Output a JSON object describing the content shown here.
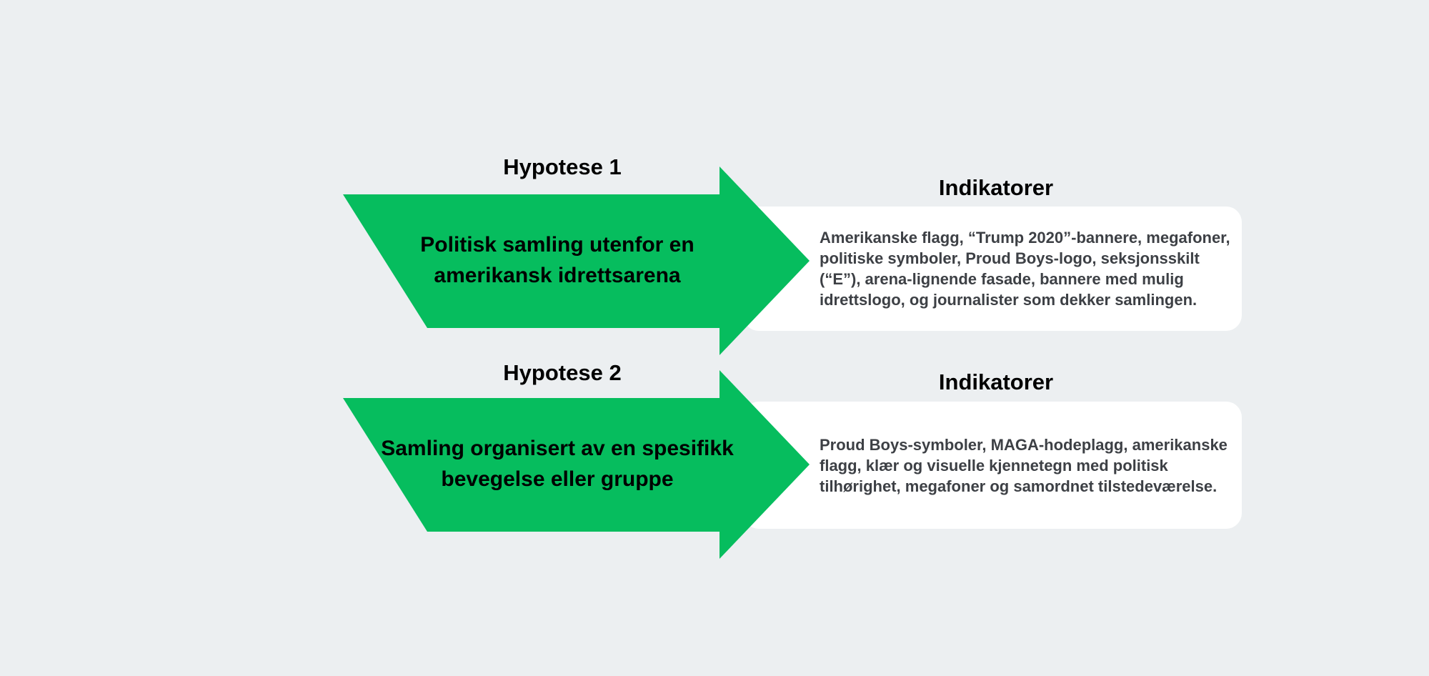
{
  "colors": {
    "page_bg": "#eceff1",
    "arrow_green": "#06bd5e",
    "card_bg": "#ffffff",
    "title_color": "#000000",
    "indicator_text_color": "#3d4045"
  },
  "diagram": {
    "sections": [
      {
        "hypothesis": {
          "label": "Hypotese 1",
          "text": "Politisk samling utenfor en amerikansk idrettsarena"
        },
        "indicators": {
          "label": "Indikatorer",
          "text": "Amerikanske flagg, “Trump 2020”-bannere, megafoner, politiske symboler, Proud Boys-logo, seksjonsskilt (“E”), arena-lignende fasade, bannere med mulig idrettslogo, og journalister som dekker samlingen."
        }
      },
      {
        "hypothesis": {
          "label": "Hypotese 2",
          "text": "Samling organisert av en spesifikk bevegelse eller gruppe"
        },
        "indicators": {
          "label": "Indikatorer",
          "text": "Proud Boys-symboler, MAGA-hodeplagg, amerikanske flagg, klær og visuelle kjennetegn med politisk tilhørighet, megafoner og samordnet tilstedeværelse."
        }
      }
    ]
  }
}
